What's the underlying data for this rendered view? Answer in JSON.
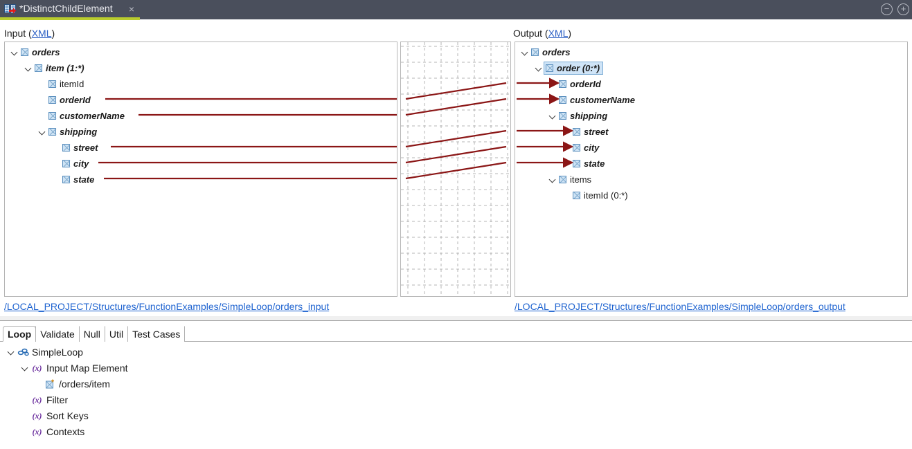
{
  "window": {
    "tab_title": "*DistinctChildElement",
    "tab_icon": "mapping-icon",
    "close_icon": "×",
    "minimize_icon": "−",
    "maximize_icon": "+",
    "accent_color": "#b9cc2e",
    "titlebar_color": "#4a4f5c"
  },
  "input_section": {
    "label": "Input (",
    "link": "XML",
    "label_end": ")",
    "path": "/LOCAL_PROJECT/Structures/FunctionExamples/SimpleLoop/orders_input",
    "tree": [
      {
        "label": "orders",
        "indent": 0,
        "twisty": "expanded",
        "style": "link",
        "selected": false
      },
      {
        "label": "item (1:*)",
        "indent": 1,
        "twisty": "expanded",
        "style": "link",
        "selected": false
      },
      {
        "label": "itemId",
        "indent": 2,
        "twisty": "none",
        "style": "plain",
        "selected": false
      },
      {
        "label": "orderId",
        "indent": 2,
        "twisty": "none",
        "style": "link",
        "selected": false
      },
      {
        "label": "customerName",
        "indent": 2,
        "twisty": "none",
        "style": "link",
        "selected": false
      },
      {
        "label": "shipping",
        "indent": 2,
        "twisty": "expanded",
        "style": "link",
        "selected": false
      },
      {
        "label": "street",
        "indent": 3,
        "twisty": "none",
        "style": "link",
        "selected": false
      },
      {
        "label": "city",
        "indent": 3,
        "twisty": "none",
        "style": "link",
        "selected": false
      },
      {
        "label": "state",
        "indent": 3,
        "twisty": "none",
        "style": "link",
        "selected": false
      }
    ]
  },
  "output_section": {
    "label": "Output (",
    "link": "XML",
    "label_end": ")",
    "path": "/LOCAL_PROJECT/Structures/FunctionExamples/SimpleLoop/orders_output",
    "tree": [
      {
        "label": "orders",
        "indent": 0,
        "twisty": "expanded",
        "style": "link",
        "selected": false
      },
      {
        "label": "order (0:*)",
        "indent": 1,
        "twisty": "expanded",
        "style": "link",
        "selected": true
      },
      {
        "label": "orderId",
        "indent": 2,
        "twisty": "none",
        "style": "link",
        "selected": false
      },
      {
        "label": "customerName",
        "indent": 2,
        "twisty": "none",
        "style": "link",
        "selected": false
      },
      {
        "label": "shipping",
        "indent": 2,
        "twisty": "expanded",
        "style": "link",
        "selected": false
      },
      {
        "label": "street",
        "indent": 3,
        "twisty": "none",
        "style": "link",
        "selected": false
      },
      {
        "label": "city",
        "indent": 3,
        "twisty": "none",
        "style": "link",
        "selected": false
      },
      {
        "label": "state",
        "indent": 3,
        "twisty": "none",
        "style": "link",
        "selected": false
      },
      {
        "label": "items",
        "indent": 2,
        "twisty": "expanded",
        "style": "plain",
        "selected": false
      },
      {
        "label": "itemId (0:*)",
        "indent": 3,
        "twisty": "none",
        "style": "plain",
        "selected": false
      }
    ]
  },
  "mapping": {
    "line_color": "#8b1616",
    "grid_color": "#b4b4b4",
    "links": [
      {
        "from": "orderId",
        "to": "orderId"
      },
      {
        "from": "customerName",
        "to": "customerName"
      },
      {
        "from": "street",
        "to": "street"
      },
      {
        "from": "city",
        "to": "city"
      },
      {
        "from": "state",
        "to": "state"
      }
    ]
  },
  "bottom_panel": {
    "tabs": [
      {
        "label": "Loop",
        "active": true
      },
      {
        "label": "Validate",
        "active": false
      },
      {
        "label": "Null",
        "active": false
      },
      {
        "label": "Util",
        "active": false
      },
      {
        "label": "Test Cases",
        "active": false
      }
    ],
    "tree": [
      {
        "label": "SimpleLoop",
        "indent": 0,
        "twisty": "expanded",
        "icon": "chain-icon"
      },
      {
        "label": "Input Map Element",
        "indent": 1,
        "twisty": "expanded",
        "icon": "function-icon"
      },
      {
        "label": "/orders/item",
        "indent": 2,
        "twisty": "none",
        "icon": "map-element-icon"
      },
      {
        "label": "Filter",
        "indent": 1,
        "twisty": "none",
        "icon": "function-icon"
      },
      {
        "label": "Sort Keys",
        "indent": 1,
        "twisty": "none",
        "icon": "function-icon"
      },
      {
        "label": "Contexts",
        "indent": 1,
        "twisty": "none",
        "icon": "function-icon"
      }
    ]
  }
}
